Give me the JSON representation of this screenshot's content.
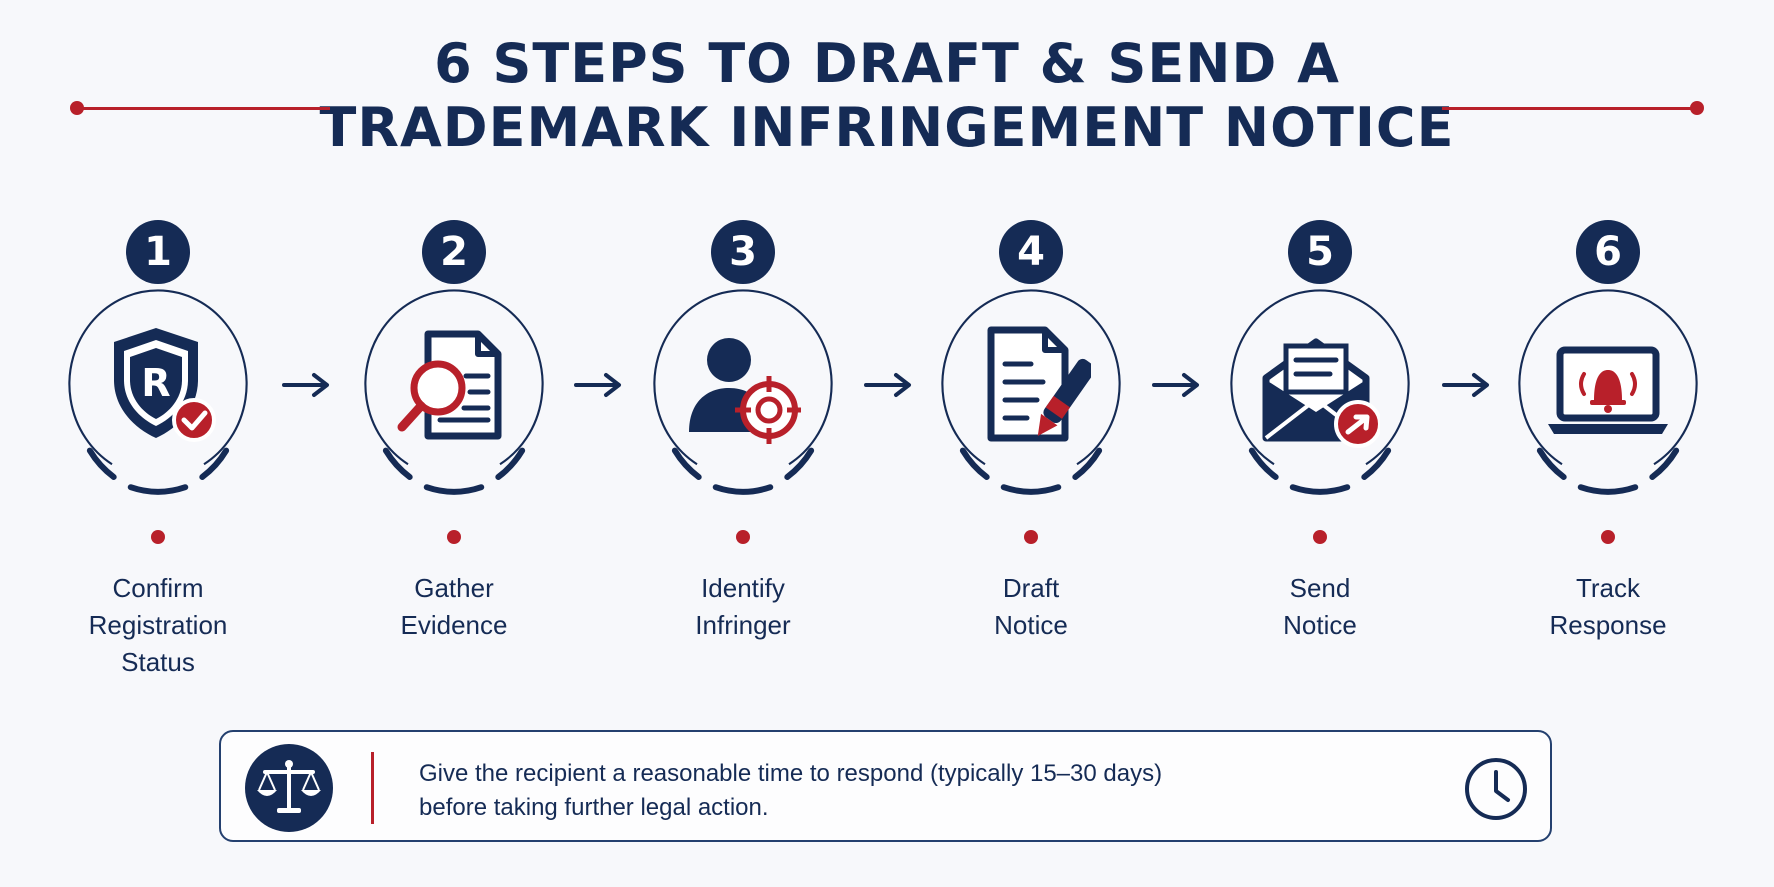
{
  "title": {
    "line1": "6 STEPS TO DRAFT & SEND A",
    "line2": "TRADEMARK INFRINGEMENT NOTICE"
  },
  "steps": [
    {
      "number": "1",
      "label": [
        "Confirm",
        "Registration",
        "Status"
      ],
      "icon": "shield-registered-check-icon"
    },
    {
      "number": "2",
      "label": [
        "Gather",
        "Evidence"
      ],
      "icon": "document-magnifier-icon"
    },
    {
      "number": "3",
      "label": [
        "Identify",
        "Infringer"
      ],
      "icon": "person-target-icon"
    },
    {
      "number": "4",
      "label": [
        "Draft",
        "Notice"
      ],
      "icon": "document-pen-icon"
    },
    {
      "number": "5",
      "label": [
        "Send",
        "Notice"
      ],
      "icon": "envelope-send-icon"
    },
    {
      "number": "6",
      "label": [
        "Track",
        "Response"
      ],
      "icon": "laptop-alarm-icon"
    }
  ],
  "note": {
    "line1": "Give the recipient a reasonable time to respond (typically 15–30 days)",
    "line2": "before taking further legal action.",
    "badge_icon": "scales-of-justice-icon",
    "end_icon": "clock-icon"
  },
  "colors": {
    "navy": "#152b55",
    "red": "#b8202a",
    "background": "#f7f8fb"
  }
}
